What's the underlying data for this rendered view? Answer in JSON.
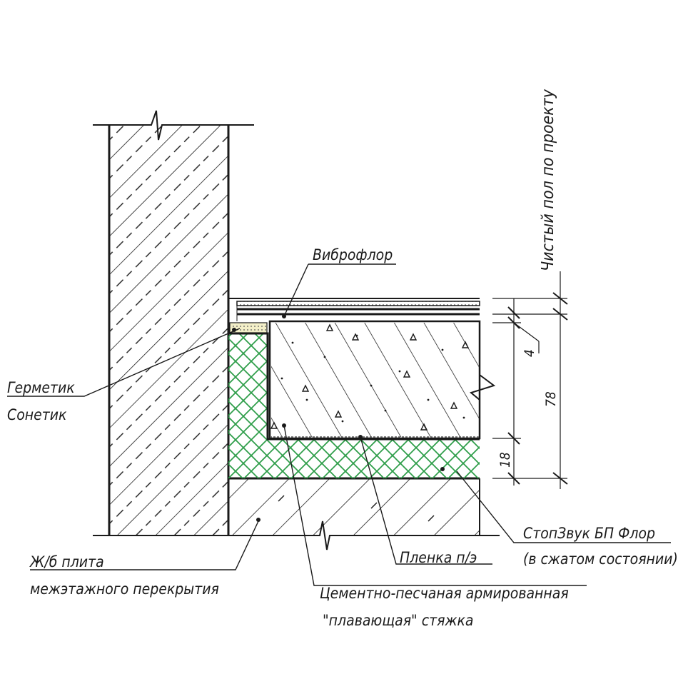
{
  "labels": {
    "vibroflor": "Виброфлор",
    "germetik": "Герметик",
    "sonetik": "Сонетик",
    "finish_floor": "Чистый пол по проекту",
    "stopzvuk_1": "СтопЗвук БП Флор",
    "stopzvuk_2": "(в сжатом состоянии)",
    "plenka": "Пленка п/э",
    "screed_1": "Цементно-песчаная армированная",
    "screed_2": "\"плавающая\" стяжка",
    "slab_1": "Ж/б плита",
    "slab_2": "межэтажного перекрытия"
  },
  "dimensions": {
    "d_vibroflor": "4",
    "d_screed": "78",
    "d_insulation": "18"
  },
  "colors": {
    "line": "#1a1a1a",
    "insulation_hatch": "#2f9e4a",
    "sealant_fill": "#f3efc8"
  }
}
